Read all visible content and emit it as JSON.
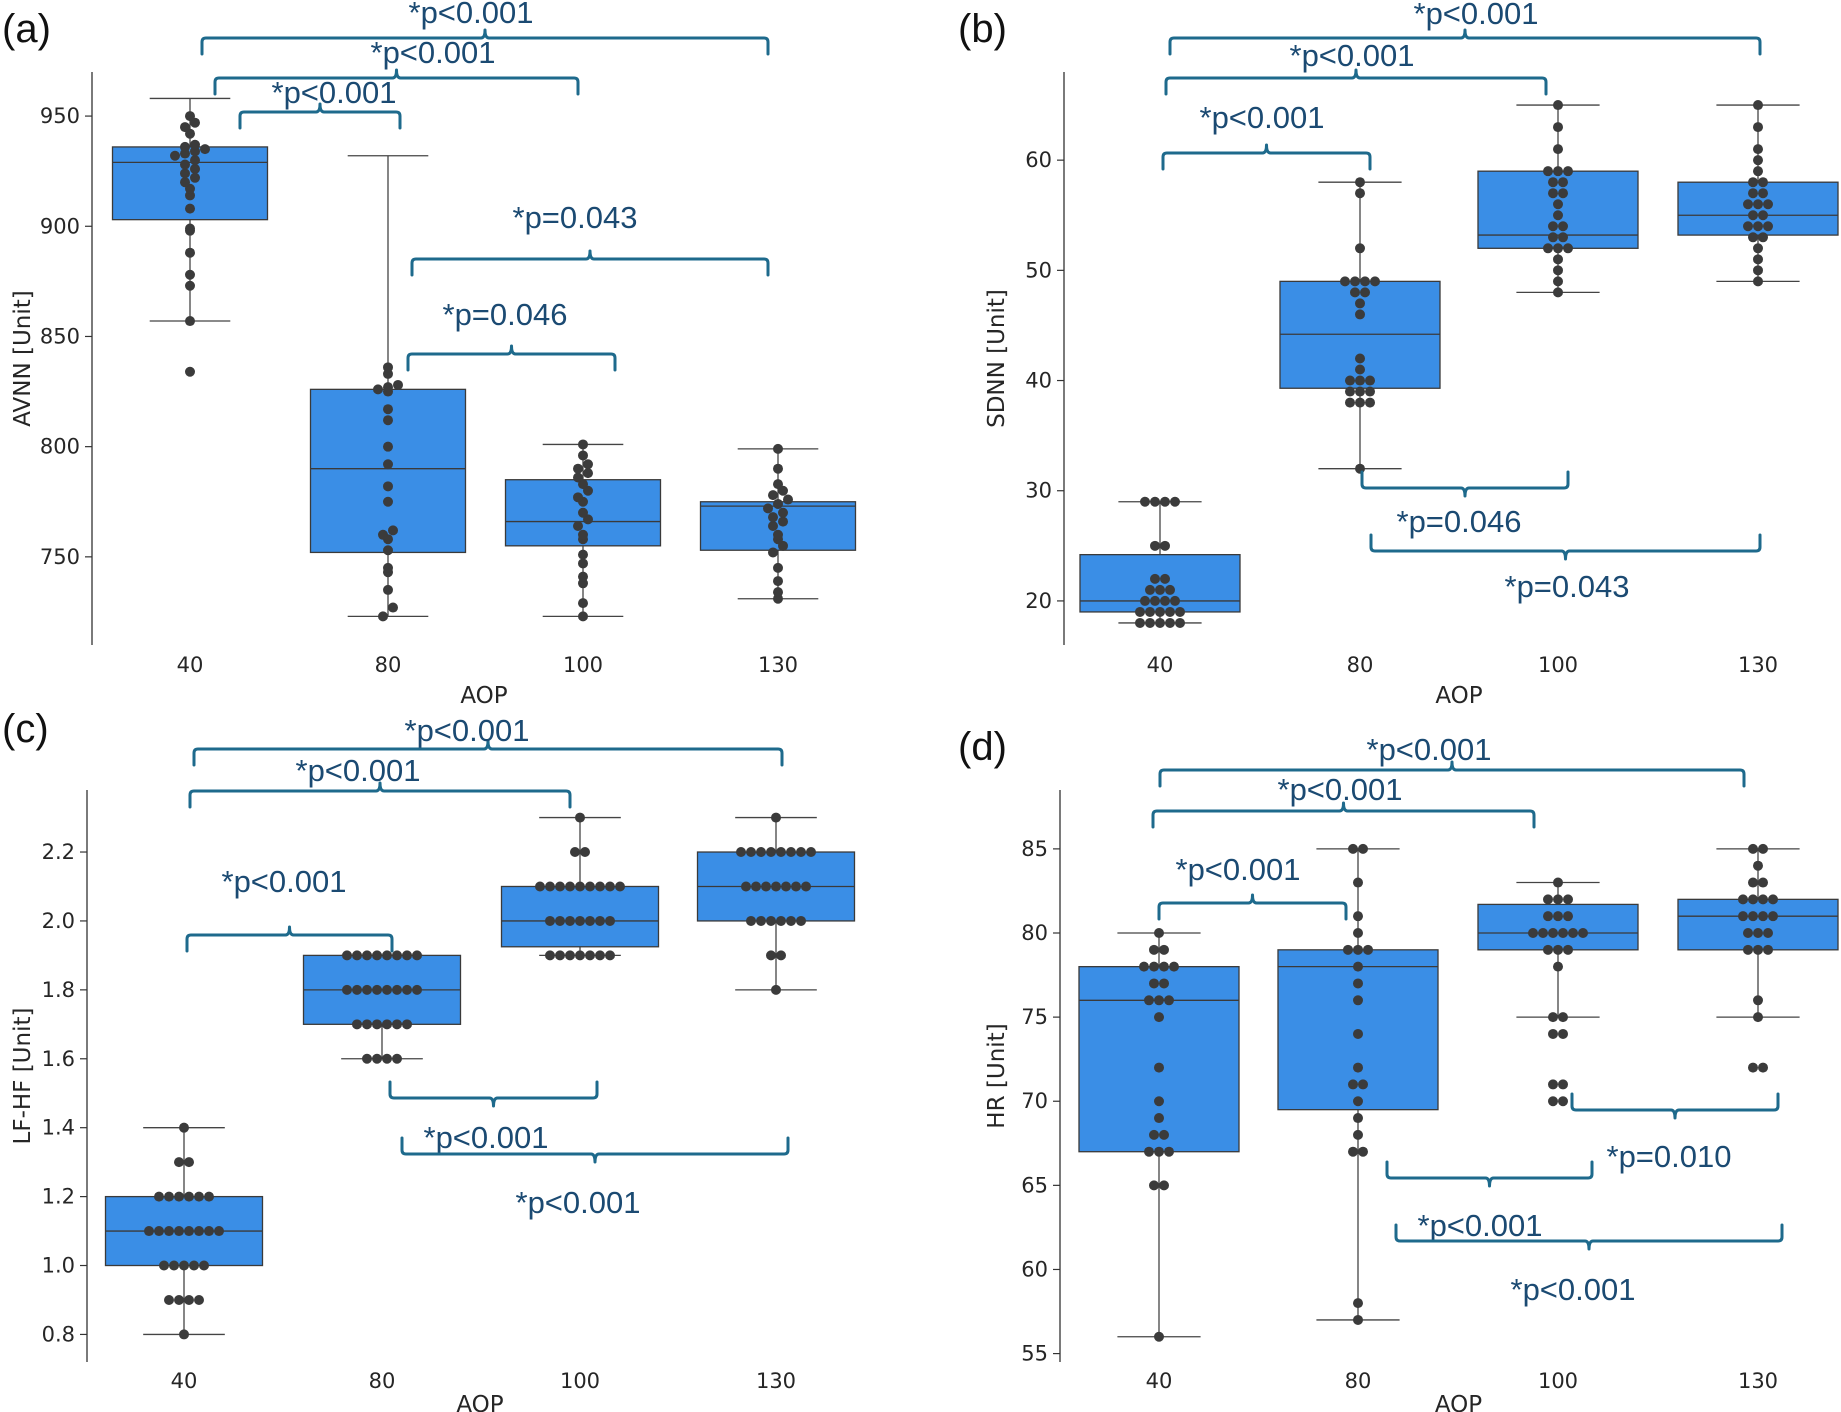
{
  "chart_data": [
    {
      "type": "box",
      "panel": "(a)",
      "xlabel": "AOP",
      "ylabel": "AVNN [Unit]",
      "ylim": [
        710,
        970
      ],
      "yticks": [
        750,
        800,
        850,
        900,
        950
      ],
      "categories": [
        "40",
        "80",
        "100",
        "130"
      ],
      "boxes": [
        {
          "q1": 903,
          "median": 929,
          "q3": 936,
          "whisker_low": 857,
          "whisker_high": 958
        },
        {
          "q1": 752,
          "median": 790,
          "q3": 826,
          "whisker_low": 723,
          "whisker_high": 932
        },
        {
          "q1": 755,
          "median": 766,
          "q3": 785,
          "whisker_low": 723,
          "whisker_high": 801
        },
        {
          "q1": 753,
          "median": 773,
          "q3": 775,
          "whisker_low": 731,
          "whisker_high": 799
        }
      ],
      "points": [
        [
          834,
          857,
          873,
          878,
          888,
          898,
          899,
          908,
          914,
          917,
          920,
          922,
          924,
          926,
          928,
          930,
          932,
          933,
          934,
          935,
          936,
          937,
          942,
          945,
          947,
          950
        ],
        [
          723,
          727,
          735,
          743,
          745,
          753,
          758,
          760,
          762,
          775,
          782,
          792,
          800,
          812,
          817,
          825,
          826,
          827,
          828,
          833,
          836
        ],
        [
          723,
          729,
          738,
          741,
          747,
          751,
          758,
          760,
          764,
          767,
          770,
          775,
          777,
          780,
          783,
          786,
          788,
          790,
          792,
          796,
          801
        ],
        [
          731,
          734,
          739,
          745,
          752,
          755,
          758,
          760,
          764,
          766,
          768,
          770,
          772,
          774,
          776,
          778,
          780,
          783,
          790,
          799
        ]
      ],
      "comparisons": [
        {
          "from": 0,
          "to": 1,
          "label": "*p<0.001"
        },
        {
          "from": 0,
          "to": 2,
          "label": "*p<0.001"
        },
        {
          "from": 0,
          "to": 3,
          "label": "*p<0.001"
        },
        {
          "from": 1,
          "to": 3,
          "label": "*p=0.043"
        },
        {
          "from": 1,
          "to": 2,
          "label": "*p=0.046"
        }
      ]
    },
    {
      "type": "box",
      "panel": "(b)",
      "xlabel": "AOP",
      "ylabel": "SDNN [Unit]",
      "ylim": [
        16,
        68
      ],
      "yticks": [
        20,
        30,
        40,
        50,
        60
      ],
      "categories": [
        "40",
        "80",
        "100",
        "130"
      ],
      "boxes": [
        {
          "q1": 19,
          "median": 20,
          "q3": 24.2,
          "whisker_low": 18,
          "whisker_high": 29
        },
        {
          "q1": 39.3,
          "median": 44.2,
          "q3": 49,
          "whisker_low": 32,
          "whisker_high": 58
        },
        {
          "q1": 52,
          "median": 53.2,
          "q3": 59,
          "whisker_low": 48,
          "whisker_high": 65
        },
        {
          "q1": 53.2,
          "median": 55,
          "q3": 58,
          "whisker_low": 49,
          "whisker_high": 65
        }
      ],
      "points": [
        [
          18,
          18,
          18,
          18,
          18,
          19,
          19,
          19,
          19,
          19,
          20,
          20,
          20,
          20,
          21,
          21,
          21,
          22,
          22,
          25,
          25,
          29,
          29,
          29,
          29
        ],
        [
          32,
          38,
          38,
          38,
          39,
          39,
          39,
          40,
          40,
          40,
          41,
          42,
          46,
          47,
          48,
          48,
          49,
          49,
          49,
          49,
          52,
          57,
          58
        ],
        [
          48,
          49,
          50,
          51,
          52,
          52,
          52,
          53,
          53,
          54,
          54,
          55,
          56,
          57,
          57,
          58,
          58,
          59,
          59,
          59,
          61,
          63,
          65
        ],
        [
          49,
          50,
          51,
          52,
          53,
          53,
          54,
          54,
          54,
          55,
          55,
          56,
          56,
          56,
          57,
          57,
          58,
          58,
          59,
          60,
          61,
          63,
          65
        ]
      ],
      "comparisons": [
        {
          "from": 0,
          "to": 1,
          "label": "*p<0.001"
        },
        {
          "from": 0,
          "to": 2,
          "label": "*p<0.001"
        },
        {
          "from": 0,
          "to": 3,
          "label": "*p<0.001"
        },
        {
          "from": 1,
          "to": 2,
          "label": "*p=0.046"
        },
        {
          "from": 1,
          "to": 3,
          "label": "*p=0.043"
        }
      ]
    },
    {
      "type": "box",
      "panel": "(c)",
      "xlabel": "AOP",
      "ylabel": "LF-HF [Unit]",
      "ylim": [
        0.72,
        2.38
      ],
      "yticks": [
        0.8,
        1.0,
        1.2,
        1.4,
        1.6,
        1.8,
        2.0,
        2.2
      ],
      "categories": [
        "40",
        "80",
        "100",
        "130"
      ],
      "boxes": [
        {
          "q1": 1.0,
          "median": 1.1,
          "q3": 1.2,
          "whisker_low": 0.8,
          "whisker_high": 1.4
        },
        {
          "q1": 1.7,
          "median": 1.8,
          "q3": 1.9,
          "whisker_low": 1.6,
          "whisker_high": 1.9
        },
        {
          "q1": 1.925,
          "median": 2.0,
          "q3": 2.1,
          "whisker_low": 1.9,
          "whisker_high": 2.3
        },
        {
          "q1": 2.0,
          "median": 2.1,
          "q3": 2.2,
          "whisker_low": 1.8,
          "whisker_high": 2.3
        }
      ],
      "points": [
        [
          0.8,
          0.9,
          0.9,
          0.9,
          0.9,
          1.0,
          1.0,
          1.0,
          1.0,
          1.0,
          1.1,
          1.1,
          1.1,
          1.1,
          1.1,
          1.1,
          1.1,
          1.1,
          1.2,
          1.2,
          1.2,
          1.2,
          1.2,
          1.2,
          1.3,
          1.3,
          1.4
        ],
        [
          1.6,
          1.6,
          1.6,
          1.6,
          1.7,
          1.7,
          1.7,
          1.7,
          1.7,
          1.7,
          1.8,
          1.8,
          1.8,
          1.8,
          1.8,
          1.8,
          1.8,
          1.8,
          1.9,
          1.9,
          1.9,
          1.9,
          1.9,
          1.9,
          1.9,
          1.9
        ],
        [
          1.9,
          1.9,
          1.9,
          1.9,
          1.9,
          1.9,
          1.9,
          2.0,
          2.0,
          2.0,
          2.0,
          2.0,
          2.0,
          2.0,
          2.1,
          2.1,
          2.1,
          2.1,
          2.1,
          2.1,
          2.1,
          2.1,
          2.1,
          2.2,
          2.2,
          2.3
        ],
        [
          1.8,
          1.9,
          1.9,
          2.0,
          2.0,
          2.0,
          2.0,
          2.0,
          2.0,
          2.1,
          2.1,
          2.1,
          2.1,
          2.1,
          2.1,
          2.1,
          2.2,
          2.2,
          2.2,
          2.2,
          2.2,
          2.2,
          2.2,
          2.2,
          2.3
        ]
      ],
      "comparisons": [
        {
          "from": 0,
          "to": 1,
          "label": "*p<0.001"
        },
        {
          "from": 0,
          "to": 2,
          "label": "*p<0.001"
        },
        {
          "from": 0,
          "to": 3,
          "label": "*p<0.001"
        },
        {
          "from": 1,
          "to": 2,
          "label": "*p<0.001"
        },
        {
          "from": 1,
          "to": 3,
          "label": "*p<0.001"
        }
      ]
    },
    {
      "type": "box",
      "panel": "(d)",
      "xlabel": "AOP",
      "ylabel": "HR [Unit]",
      "ylim": [
        54.5,
        88.5
      ],
      "yticks": [
        55,
        60,
        65,
        70,
        75,
        80,
        85
      ],
      "categories": [
        "40",
        "80",
        "100",
        "130"
      ],
      "boxes": [
        {
          "q1": 67,
          "median": 76,
          "q3": 78,
          "whisker_low": 56,
          "whisker_high": 80
        },
        {
          "q1": 69.5,
          "median": 78,
          "q3": 79,
          "whisker_low": 57,
          "whisker_high": 85
        },
        {
          "q1": 79,
          "median": 80,
          "q3": 81.7,
          "whisker_low": 75,
          "whisker_high": 83
        },
        {
          "q1": 79,
          "median": 81,
          "q3": 82,
          "whisker_low": 75,
          "whisker_high": 85
        }
      ],
      "points": [
        [
          56,
          65,
          65,
          67,
          67,
          67,
          68,
          68,
          69,
          70,
          72,
          75,
          76,
          76,
          76,
          77,
          77,
          78,
          78,
          78,
          78,
          79,
          79,
          80
        ],
        [
          57,
          58,
          67,
          67,
          68,
          69,
          70,
          71,
          71,
          72,
          74,
          76,
          77,
          78,
          79,
          79,
          79,
          80,
          81,
          83,
          85,
          85
        ],
        [
          70,
          70,
          71,
          71,
          74,
          74,
          75,
          75,
          78,
          79,
          79,
          79,
          80,
          80,
          80,
          80,
          80,
          80,
          81,
          81,
          81,
          82,
          82,
          82,
          83
        ],
        [
          72,
          72,
          75,
          76,
          79,
          79,
          79,
          80,
          80,
          80,
          81,
          81,
          81,
          81,
          82,
          82,
          82,
          82,
          83,
          83,
          84,
          85,
          85
        ]
      ],
      "comparisons": [
        {
          "from": 0,
          "to": 1,
          "label": "*p<0.001"
        },
        {
          "from": 0,
          "to": 2,
          "label": "*p<0.001"
        },
        {
          "from": 0,
          "to": 3,
          "label": "*p<0.001"
        },
        {
          "from": 2,
          "to": 3,
          "label": "*p=0.010"
        },
        {
          "from": 1,
          "to": 2,
          "label": "*p<0.001"
        },
        {
          "from": 1,
          "to": 3,
          "label": "*p<0.001"
        }
      ]
    }
  ],
  "colors": {
    "box_fill": "#3a8ee6",
    "dot": "#3b3b3b",
    "bracket": "#1e6a8c",
    "sig_text": "#1b4a72"
  }
}
